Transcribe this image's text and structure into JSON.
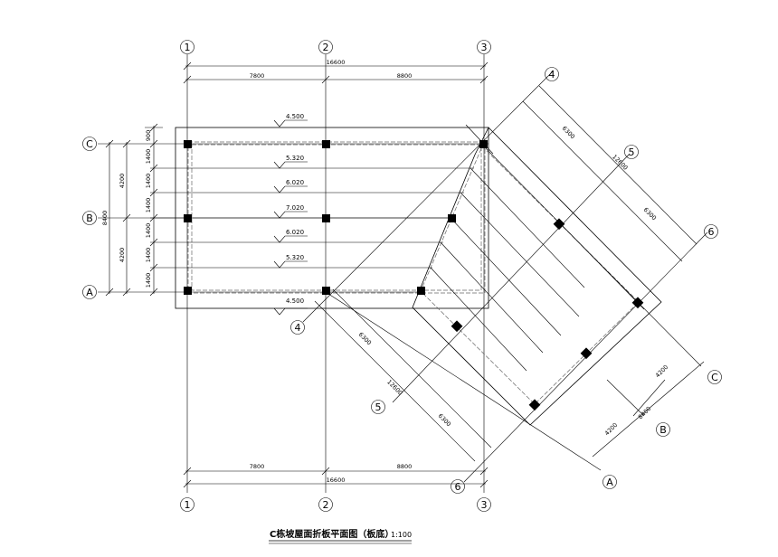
{
  "title": "C栋坡屋面折板平面图（板底）",
  "scale": "1:100",
  "grid": {
    "top_axes": [
      "1",
      "2",
      "3"
    ],
    "bottom_axes": [
      "1",
      "2",
      "3"
    ],
    "left_axes": [
      "C",
      "B",
      "A"
    ],
    "rotated_numbers": [
      "4",
      "5",
      "6"
    ],
    "rotated_letters": [
      "C",
      "B",
      "A"
    ],
    "lower_numbers": [
      "4",
      "5",
      "6"
    ]
  },
  "dimensions": {
    "top_total": "16600",
    "top_left": "7800",
    "top_right": "8800",
    "bottom_total": "16600",
    "bottom_left": "7800",
    "bottom_right": "8800",
    "left_total": "8400",
    "left_upper": "4200",
    "left_lower": "4200",
    "left_bays": [
      "900",
      "1400",
      "1400",
      "1400",
      "1400",
      "1400",
      "1400"
    ],
    "rot_upper_a": "6300",
    "rot_upper_total": "12600",
    "rot_upper_b": "6300",
    "rot_lower_a": "6300",
    "rot_lower_total": "12600",
    "rot_lower_b": "6300",
    "rot_right_total": "8400",
    "rot_right_a": "4200",
    "rot_right_b": "4200"
  },
  "elevations": [
    "4.500",
    "5.320",
    "6.020",
    "7.020",
    "6.020",
    "5.320",
    "4.500"
  ]
}
